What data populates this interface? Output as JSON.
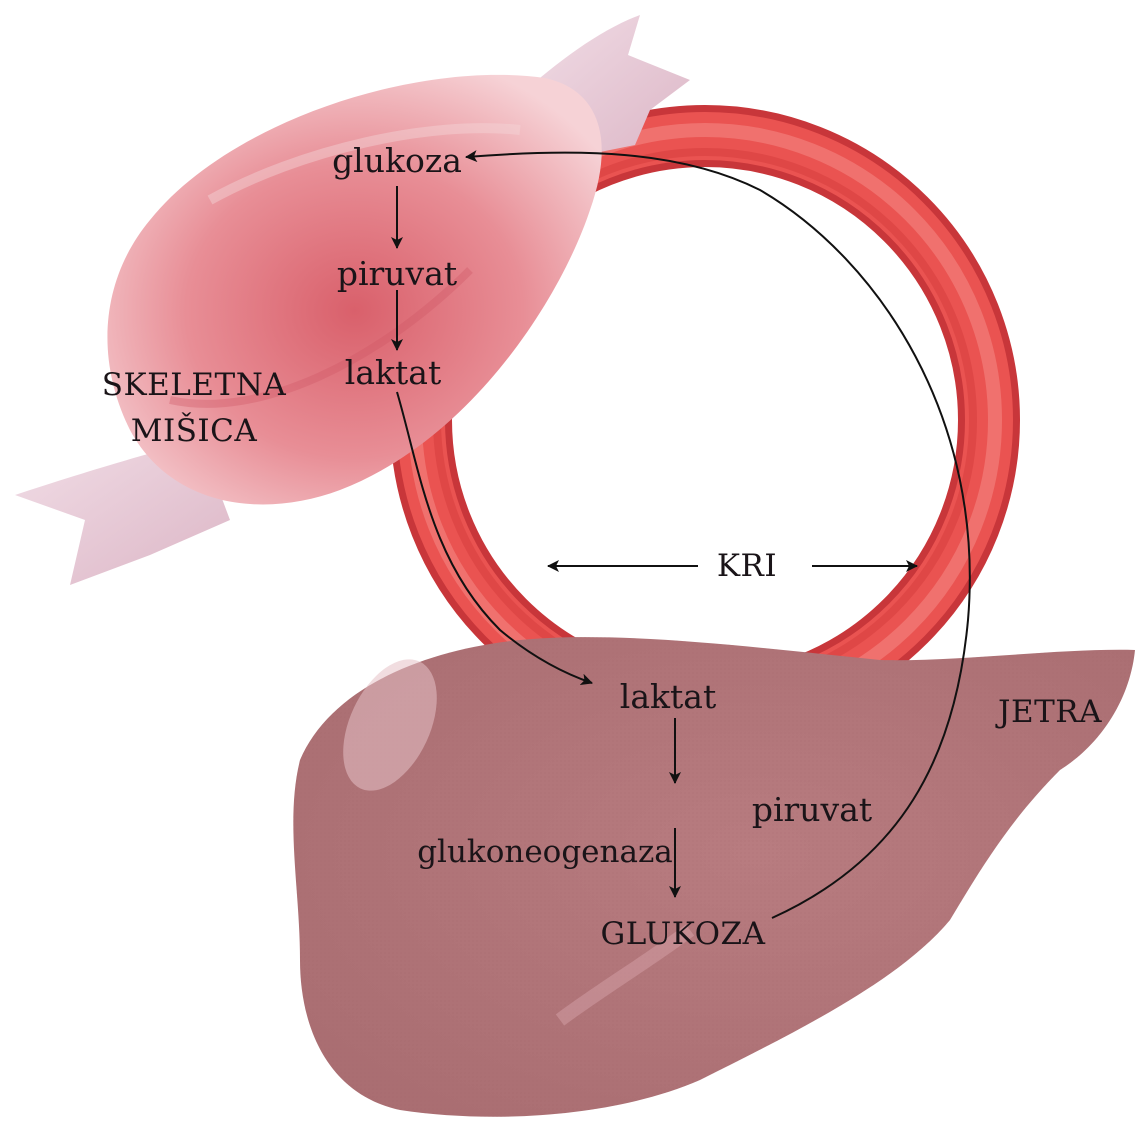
{
  "muscle": {
    "title_line1": "SKELETNA",
    "title_line2": "MIŠICA",
    "glucose": "glukoza",
    "pyruvate": "piruvat",
    "lactate": "laktat"
  },
  "blood": {
    "label": "KRI"
  },
  "liver": {
    "title": "JETRA",
    "lactate": "laktat",
    "pyruvate": "piruvat",
    "process": "glukoneogenaza",
    "glucose": "GLUKOZA"
  },
  "colors": {
    "muscle": "#e27d86",
    "muscle_tendon": "#e9ccd8",
    "vessel": "#e64b4a",
    "liver": "#b4767a",
    "arrow": "#111111"
  }
}
